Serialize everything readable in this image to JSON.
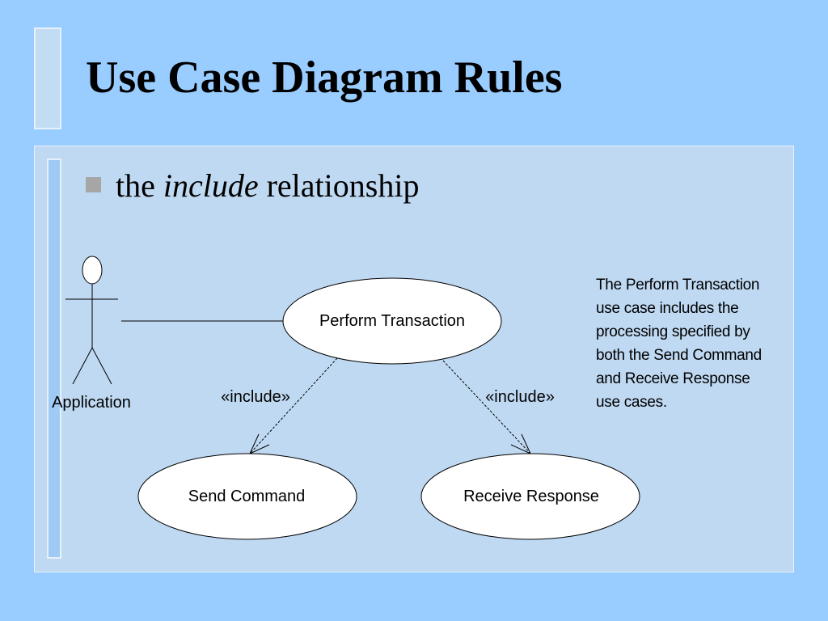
{
  "slide": {
    "title": "Use Case Diagram Rules",
    "bullet": {
      "prefix": "the ",
      "emphasis": "include",
      "suffix": " relationship"
    }
  },
  "diagram": {
    "actor": "Application",
    "use_cases": {
      "main": "Perform Transaction",
      "left": "Send Command",
      "right": "Receive Response"
    },
    "stereotypes": {
      "left": "«include»",
      "right": "«include»"
    }
  },
  "note": {
    "lines": [
      "The Perform Transaction",
      "use case  includes the",
      "processing specified by",
      "both  the Send Command",
      "and Receive Response",
      "use cases."
    ]
  },
  "colors": {
    "background": "#99ccff",
    "panel": "#bfd9f2",
    "bullet": "#a6a6a6"
  }
}
